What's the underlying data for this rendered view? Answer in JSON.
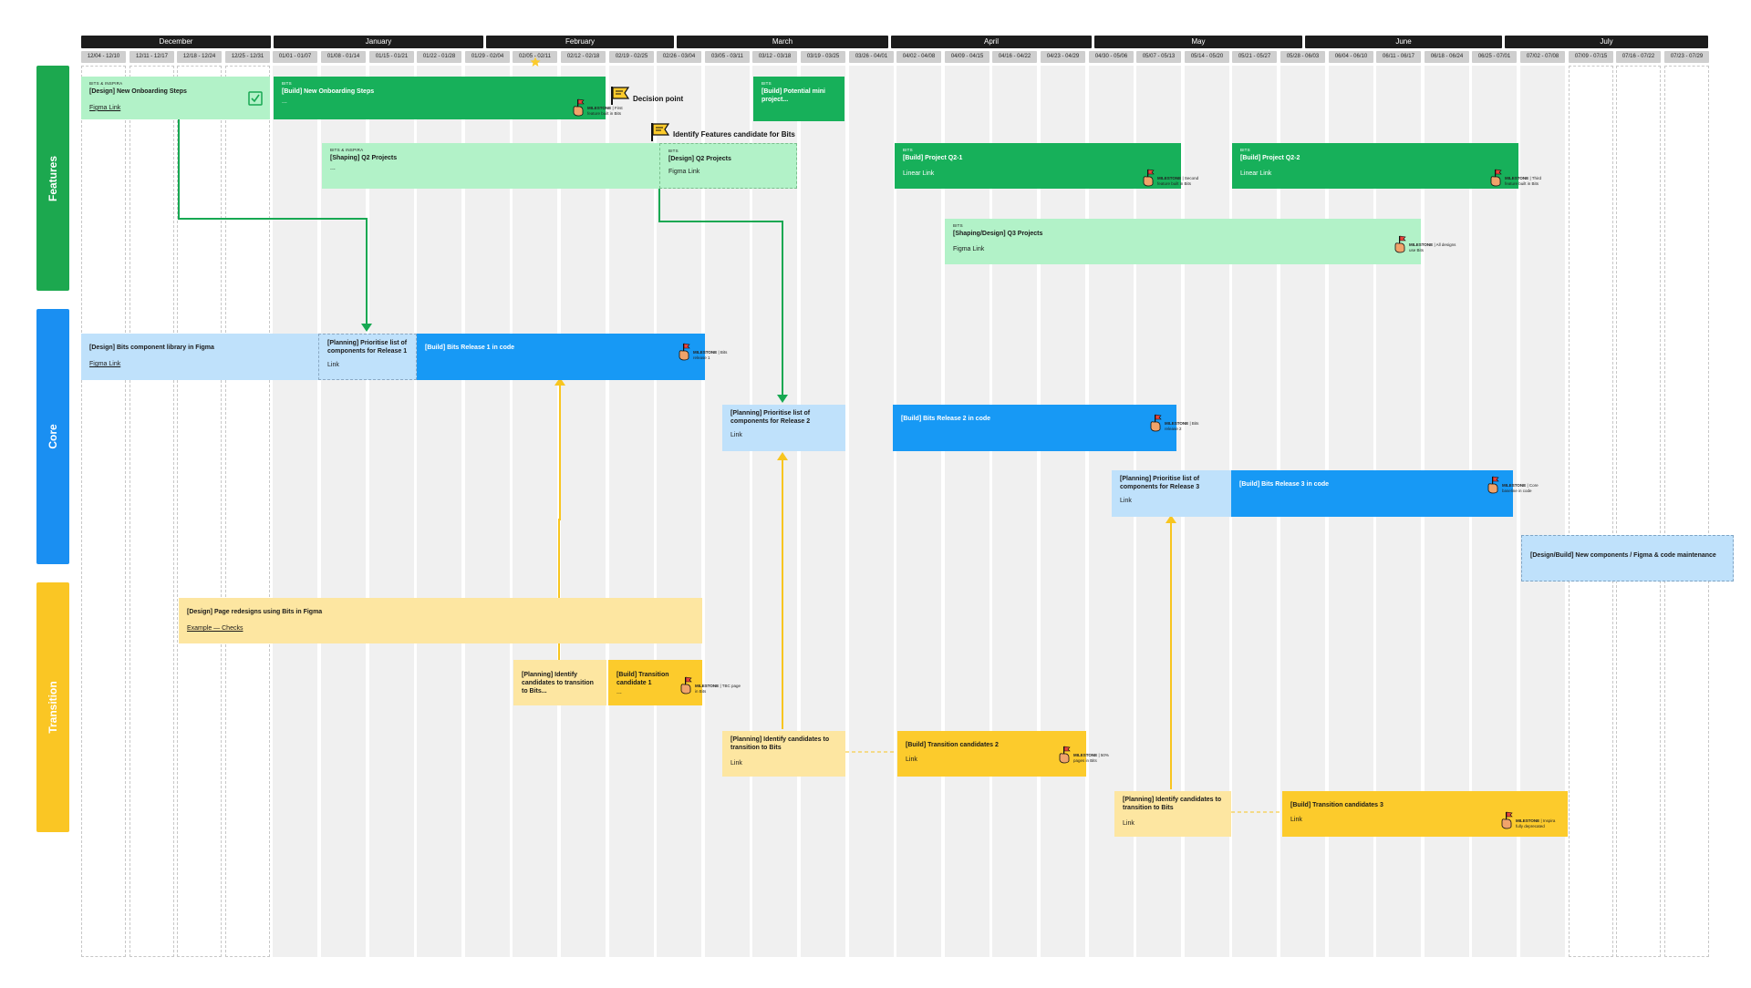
{
  "months": [
    "December",
    "January",
    "February",
    "March",
    "April",
    "May",
    "June",
    "July"
  ],
  "weeks": [
    "12/04 - 12/10",
    "12/11 - 12/17",
    "12/18 - 12/24",
    "12/25 - 12/31",
    "01/01 - 01/07",
    "01/08 - 01/14",
    "01/15 - 01/21",
    "01/22 - 01/28",
    "01/29 - 02/04",
    "02/05 - 02/11",
    "02/12 - 02/18",
    "02/19 - 02/25",
    "02/26 - 03/04",
    "03/05 - 03/11",
    "03/12 - 03/18",
    "03/19 - 03/25",
    "03/26 - 04/01",
    "04/02 - 04/08",
    "04/09 - 04/15",
    "04/16 - 04/22",
    "04/23 - 04/29",
    "04/30 - 05/06",
    "05/07 - 05/13",
    "05/14 - 05/20",
    "05/21 - 05/27",
    "05/28 - 06/03",
    "06/04 - 06/10",
    "06/11 - 06/17",
    "06/18 - 06/24",
    "06/25 - 07/01",
    "07/02 - 07/08",
    "07/09 - 07/15",
    "07/16 - 07/22",
    "07/23 - 07/29"
  ],
  "lanes": {
    "features": "Features",
    "core": "Core",
    "transition": "Transition"
  },
  "colors": {
    "green_dark": "#17b05a",
    "green_light": "#b2f2c8",
    "blue_dark": "#1799f5",
    "blue_light": "#bfe1fb",
    "yellow_dark": "#fccb2c",
    "yellow_light": "#fde6a1",
    "lane_green": "#1ca84f",
    "lane_blue": "#1a8ff2",
    "lane_yellow": "#fac624"
  },
  "cards": {
    "onboarding_design": {
      "tag": "BITS & INSPIRA",
      "title": "[Design] New Onboarding Steps",
      "link": "Figma Link"
    },
    "onboarding_build": {
      "tag": "BITS",
      "title": "[Build] New Onboarding Steps",
      "link": "..."
    },
    "mini_project": {
      "tag": "BITS",
      "title": "[Build] Potential mini project..."
    },
    "q2_shaping": {
      "tag": "BITS & INSPIRA",
      "title": "[Shaping] Q2 Projects",
      "link": "..."
    },
    "q2_design": {
      "tag": "BITS",
      "title": "[Design] Q2 Projects",
      "link": "Figma Link"
    },
    "q2_1": {
      "tag": "BITS",
      "title": "[Build] Project Q2-1",
      "link": "Linear Link"
    },
    "q2_2": {
      "tag": "BITS",
      "title": "[Build] Project Q2-2",
      "link": "Linear Link"
    },
    "q3": {
      "tag": "BITS",
      "title": "[Shaping/Design] Q3 Projects",
      "link": "Figma Link"
    },
    "lib_figma": {
      "title": "[Design] Bits component library in Figma",
      "link": "Figma Link"
    },
    "plan_r1": {
      "title": "[Planning] Prioritise list of components for Release 1",
      "link": "Link"
    },
    "build_r1": {
      "title": "[Build] Bits Release 1 in code"
    },
    "plan_r2": {
      "title": "[Planning] Prioritise list of components for Release 2",
      "link": "Link"
    },
    "build_r2": {
      "title": "[Build] Bits Release 2 in code"
    },
    "plan_r3": {
      "title": "[Planning] Prioritise list of components for Release 3",
      "link": "Link"
    },
    "build_r3": {
      "title": "[Build] Bits Release 3 in code"
    },
    "maintenance": {
      "title": "[Design/Build] New components / Figma & code maintenance"
    },
    "page_redesign": {
      "title": "[Design] Page redesigns using Bits in Figma",
      "link": "Example — Checks"
    },
    "plan_t1": {
      "title": "[Planning] Identify candidates to transition to Bits..."
    },
    "build_t1": {
      "title": "[Build] Transition candidate 1",
      "link": "..."
    },
    "plan_t2": {
      "title": "[Planning] Identify candidates to transition to Bits",
      "link": "Link"
    },
    "build_t2": {
      "title": "[Build] Transition candidates 2",
      "link": "Link"
    },
    "plan_t3": {
      "title": "[Planning] Identify candidates to transition to Bits",
      "link": "Link"
    },
    "build_t3": {
      "title": "[Build] Transition candidates 3",
      "link": "Link"
    }
  },
  "flags": {
    "decision": "Decision point",
    "identify": "Identify Features candidate for Bits"
  },
  "milestones": {
    "m1": {
      "label": "MILESTONE",
      "text": "| First feature built in Bits"
    },
    "m2": {
      "label": "MILESTONE",
      "text": "| Second feature built in Bits"
    },
    "m3": {
      "label": "MILESTONE",
      "text": "| Third feature built in Bits"
    },
    "m4": {
      "label": "MILESTONE",
      "text": "| All designs use Bits"
    },
    "m5": {
      "label": "MILESTONE",
      "text": "| Bits release 1"
    },
    "m6": {
      "label": "MILESTONE",
      "text": "| Bits release 2"
    },
    "m7": {
      "label": "MILESTONE",
      "text": "| Core baseline in code"
    },
    "m8": {
      "label": "MILESTONE",
      "text": "| TBC page in Bits"
    },
    "m9": {
      "label": "MILESTONE",
      "text": "| 50% pages in Bits"
    },
    "m10": {
      "label": "MILESTONE",
      "text": "| Inspira fully deprecated"
    }
  }
}
